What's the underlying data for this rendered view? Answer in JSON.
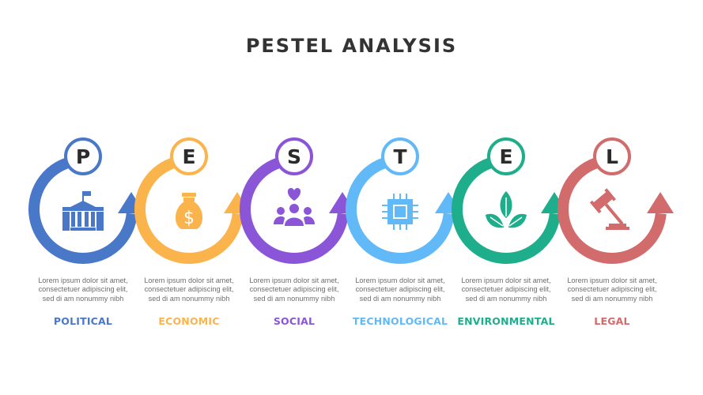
{
  "title": "PESTEL ANALYSIS",
  "factors": [
    {
      "letter": "P",
      "label": "POLITICAL",
      "color": "#4a78c9",
      "icon": "government-building-icon",
      "description": "Lorem ipsum dolor sit amet, consectetuer adipiscing elit, sed di am nonummy nibh"
    },
    {
      "letter": "E",
      "label": "ECONOMIC",
      "color": "#fbb34c",
      "icon": "money-bag-icon",
      "description": "Lorem ipsum dolor sit amet, consectetuer adipiscing elit, sed di am nonummy nibh"
    },
    {
      "letter": "S",
      "label": "SOCIAL",
      "color": "#8b55d8",
      "icon": "people-heart-icon",
      "description": "Lorem ipsum dolor sit amet, consectetuer adipiscing elit, sed di am nonummy nibh"
    },
    {
      "letter": "T",
      "label": "TECHNOLOGICAL",
      "color": "#62b9f7",
      "icon": "microchip-icon",
      "description": "Lorem ipsum dolor sit amet, consectetuer adipiscing elit, sed di am nonummy nibh"
    },
    {
      "letter": "E",
      "label": "ENVIRONMENTAL",
      "color": "#1fae8c",
      "icon": "leaves-icon",
      "description": "Lorem ipsum dolor sit amet, consectetuer adipiscing elit, sed di am nonummy nibh"
    },
    {
      "letter": "L",
      "label": "LEGAL",
      "color": "#d26b6b",
      "icon": "gavel-icon",
      "description": "Lorem ipsum dolor sit amet, consectetuer adipiscing elit, sed di am nonummy nibh"
    }
  ]
}
